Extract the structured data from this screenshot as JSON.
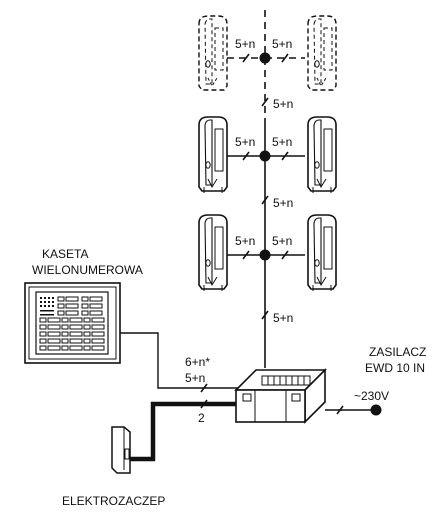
{
  "labels": {
    "cable_top": "5+n",
    "cable_riser": "5+n",
    "cable_panel_a": "6+n*",
    "cable_panel_b": "5+n",
    "cable_lock": "2",
    "mains": "~230V",
    "panel_title_1": "KASETA",
    "panel_title_2": "WIELONUMEROWA",
    "psu_title_1": "ZASILACZ",
    "psu_title_2": "EWD 10 IN",
    "lock_title": "ELEKTROZACZEP"
  },
  "icons": {
    "handset": "intercom-handset-icon",
    "panel": "entry-panel-icon",
    "psu": "power-supply-icon",
    "lock": "electric-strike-icon"
  },
  "colors": {
    "line": "#111111",
    "background": "#ffffff"
  }
}
